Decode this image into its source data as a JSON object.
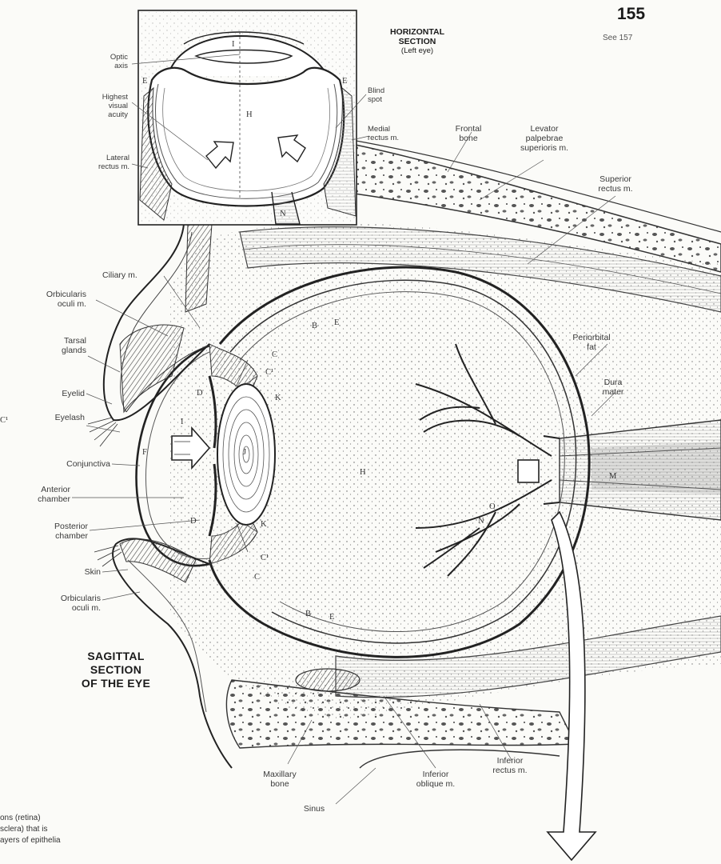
{
  "page": {
    "number": "155",
    "see_ref": "See 157"
  },
  "inset": {
    "title_line1": "HORIZONTAL",
    "title_line2": "SECTION",
    "title_line3": "(Left eye)",
    "labels": {
      "optic_axis": [
        "Optic",
        "axis"
      ],
      "highest_visual_acuity": [
        "Highest",
        "visual",
        "acuity"
      ],
      "lateral_rectus": [
        "Lateral",
        "rectus m."
      ],
      "blind_spot": [
        "Blind",
        "spot"
      ],
      "medial_rectus": [
        "Medial",
        "rectus m."
      ]
    },
    "letters": {
      "i": "I",
      "h": "H",
      "e_left": "E",
      "e_right": "E",
      "n": "N"
    }
  },
  "main_title": [
    "SAGITTAL",
    "SECTION",
    "OF THE EYE"
  ],
  "labels": {
    "frontal_bone": [
      "Frontal",
      "bone"
    ],
    "levator": [
      "Levator",
      "palpebrae",
      "superioris m."
    ],
    "superior_rectus": [
      "Superior",
      "rectus m."
    ],
    "ciliary": "Ciliary m.",
    "orbicularis_top": [
      "Orbicularis",
      "oculi m."
    ],
    "tarsal_glands": [
      "Tarsal",
      "glands"
    ],
    "eyelid": "Eyelid",
    "eyelash": "Eyelash",
    "conjunctiva": "Conjunctiva",
    "anterior_chamber": [
      "Anterior",
      "chamber"
    ],
    "posterior_chamber": [
      "Posterior",
      "chamber"
    ],
    "skin": "Skin",
    "orbicularis_bottom": [
      "Orbicularis",
      "oculi m."
    ],
    "periorbital_fat": [
      "Periorbital",
      "fat"
    ],
    "dura_mater": [
      "Dura",
      "mater"
    ],
    "maxillary_bone": [
      "Maxillary",
      "bone"
    ],
    "sinus": "Sinus",
    "inferior_oblique": [
      "Inferior",
      "oblique m."
    ],
    "inferior_rectus": [
      "Inferior",
      "rectus m."
    ]
  },
  "letters": {
    "b_top": "B",
    "e_top": "E",
    "c_top": "C",
    "c1_top": "C¹",
    "k_top": "K",
    "d_top": "D",
    "i": "I",
    "j": "J",
    "f": "F",
    "h": "H",
    "d_bottom": "D",
    "k_bottom": "K",
    "c1_bottom": "C¹",
    "c_bottom": "C",
    "b_bottom": "B",
    "e_bottom": "E",
    "o": "O",
    "n": "N",
    "m": "M",
    "c_left": "C¹"
  },
  "bottom_text": [
    "ons (retina)",
    "sclera) that is",
    "ayers of epithelia"
  ]
}
